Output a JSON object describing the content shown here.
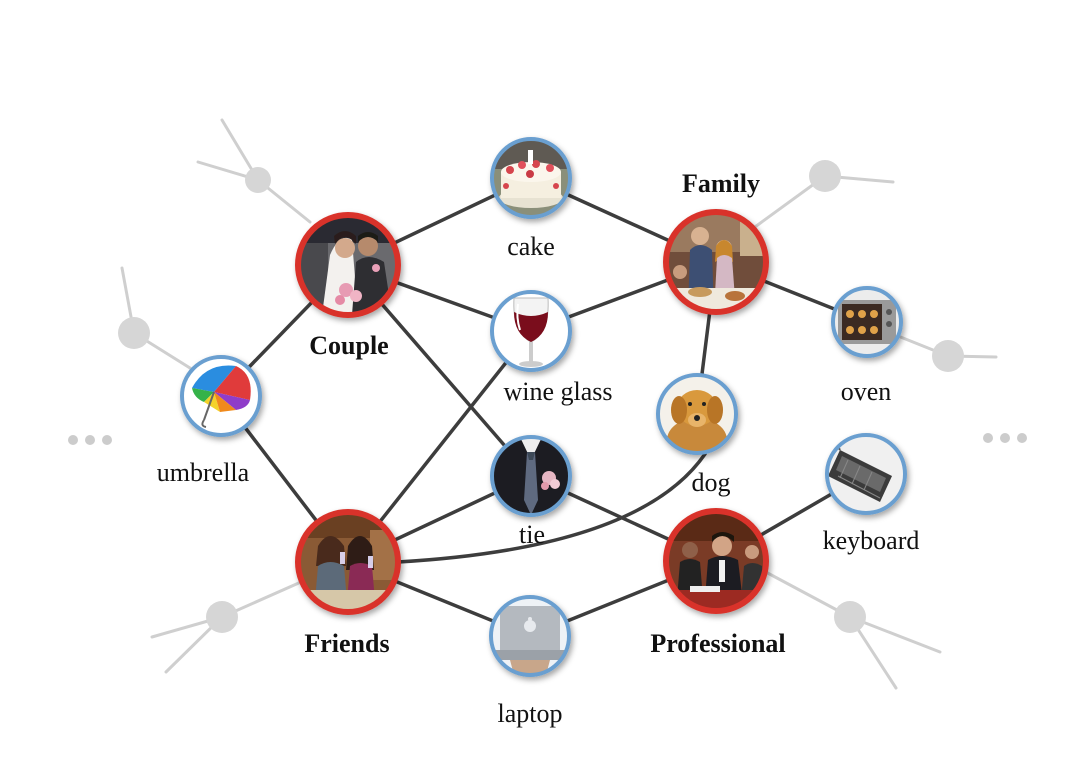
{
  "colors": {
    "edge": "#3d3d3d",
    "faded_edge": "#cfcfcf",
    "faded_node": "#d6d6d6",
    "object_ring": "#6a9fd0",
    "scene_ring": "#d9332b",
    "ellipsis": "#cccccc"
  },
  "nodes": [
    {
      "id": "couple",
      "label": "Couple",
      "kind": "scene",
      "icon": "couple-photo-icon"
    },
    {
      "id": "family",
      "label": "Family",
      "kind": "scene",
      "icon": "family-photo-icon"
    },
    {
      "id": "friends",
      "label": "Friends",
      "kind": "scene",
      "icon": "friends-photo-icon"
    },
    {
      "id": "professional",
      "label": "Professional",
      "kind": "scene",
      "icon": "professional-photo-icon"
    },
    {
      "id": "cake",
      "label": "cake",
      "kind": "object",
      "icon": "cake-icon"
    },
    {
      "id": "wine",
      "label": "wine glass",
      "kind": "object",
      "icon": "wine-glass-icon"
    },
    {
      "id": "tie",
      "label": "tie",
      "kind": "object",
      "icon": "tie-icon"
    },
    {
      "id": "dog",
      "label": "dog",
      "kind": "object",
      "icon": "dog-icon"
    },
    {
      "id": "umbrella",
      "label": "umbrella",
      "kind": "object",
      "icon": "umbrella-icon"
    },
    {
      "id": "oven",
      "label": "oven",
      "kind": "object",
      "icon": "oven-icon"
    },
    {
      "id": "keyboard",
      "label": "keyboard",
      "kind": "object",
      "icon": "keyboard-icon"
    },
    {
      "id": "laptop",
      "label": "laptop",
      "kind": "object",
      "icon": "laptop-icon"
    }
  ],
  "edges": [
    [
      "couple",
      "cake"
    ],
    [
      "cake",
      "family"
    ],
    [
      "couple",
      "wine"
    ],
    [
      "wine",
      "family"
    ],
    [
      "couple",
      "tie"
    ],
    [
      "couple",
      "umbrella"
    ],
    [
      "umbrella",
      "friends"
    ],
    [
      "friends",
      "wine"
    ],
    [
      "friends",
      "tie"
    ],
    [
      "tie",
      "professional"
    ],
    [
      "friends",
      "laptop"
    ],
    [
      "laptop",
      "professional"
    ],
    [
      "family",
      "dog"
    ],
    [
      "family",
      "oven"
    ],
    [
      "professional",
      "keyboard"
    ],
    [
      "friends",
      "dog"
    ]
  ]
}
